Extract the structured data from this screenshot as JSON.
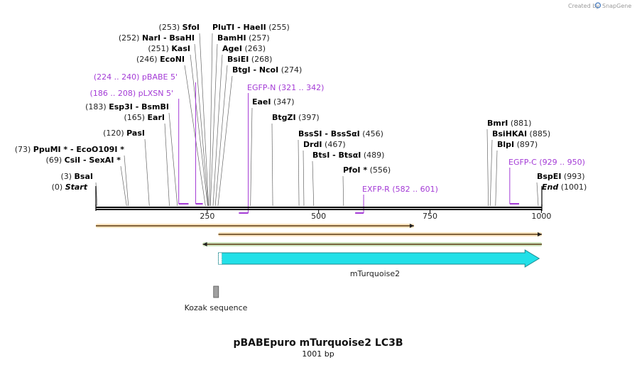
{
  "credit": {
    "prefix": "Created by",
    "brand": "SnapGene"
  },
  "title": "pBABEpuro mTurquoise2 LC3B",
  "length_label": "1001 bp",
  "ruler": {
    "start": 0,
    "end": 1001,
    "ticks": [
      250,
      500,
      750,
      1000
    ]
  },
  "colors": {
    "primer": "#a43bd6",
    "feature": "#22e0e8",
    "orf": "#f0a020",
    "orf_rev": "#5aaa2a",
    "backbone": "#000000"
  },
  "sites": [
    {
      "label": "SfoI",
      "pos_text": "(253)",
      "bp": 253
    },
    {
      "label": "PluTI  - HaeII",
      "pos_text": "(255)",
      "bp": 255
    },
    {
      "label": "NarI  - BsaHI",
      "pos_text": "(252)",
      "bp": 252
    },
    {
      "label": "BamHI",
      "pos_text": "(257)",
      "bp": 257
    },
    {
      "label": "KasI",
      "pos_text": "(251)",
      "bp": 251
    },
    {
      "label": "AgeI",
      "pos_text": "(263)",
      "bp": 263
    },
    {
      "label": "EcoNI",
      "pos_text": "(246)",
      "bp": 246
    },
    {
      "label": "BsiEI",
      "pos_text": "(268)",
      "bp": 268
    },
    {
      "label": "BtgI  - NcoI",
      "pos_text": "(274)",
      "bp": 274
    },
    {
      "label": "EaeI",
      "pos_text": "(347)",
      "bp": 347
    },
    {
      "label": "Esp3I  - BsmBI",
      "pos_text": "(183)",
      "bp": 183
    },
    {
      "label": "EarI",
      "pos_text": "(165)",
      "bp": 165
    },
    {
      "label": "BtgZI",
      "pos_text": "(397)",
      "bp": 397
    },
    {
      "label": "PasI",
      "pos_text": "(120)",
      "bp": 120
    },
    {
      "label": "BssSI  - BssSαI",
      "pos_text": "(456)",
      "bp": 456
    },
    {
      "label": "DrdI",
      "pos_text": "(467)",
      "bp": 467
    },
    {
      "label": "PpuMI *  - EcoO109I *",
      "pos_text": "(73)",
      "bp": 73
    },
    {
      "label": "BtsI  - BtsαI",
      "pos_text": "(489)",
      "bp": 489
    },
    {
      "label": "CsiI  - SexAI *",
      "pos_text": "(69)",
      "bp": 69
    },
    {
      "label": "PfoI *",
      "pos_text": "(556)",
      "bp": 556
    },
    {
      "label": "BsaI",
      "pos_text": "(3)",
      "bp": 3
    },
    {
      "label": "Start",
      "pos_text": "(0)",
      "bp": 0,
      "italic": true
    },
    {
      "label": "BmrI",
      "pos_text": "(881)",
      "bp": 881
    },
    {
      "label": "BsiHKAI",
      "pos_text": "(885)",
      "bp": 885
    },
    {
      "label": "BlpI",
      "pos_text": "(897)",
      "bp": 897
    },
    {
      "label": "BspEI",
      "pos_text": "(993)",
      "bp": 993
    },
    {
      "label": "End",
      "pos_text": "(1001)",
      "bp": 1001,
      "italic": true
    }
  ],
  "primers": [
    {
      "label": "pBABE 5'",
      "range_text": "(224 .. 240)",
      "start": 224,
      "end": 240,
      "dir": "fwd"
    },
    {
      "label": "pLXSN 5'",
      "range_text": "(186 .. 208)",
      "start": 186,
      "end": 208,
      "dir": "fwd"
    },
    {
      "label": "EGFP-N",
      "range_text": "(321 .. 342)",
      "start": 321,
      "end": 342,
      "dir": "rev"
    },
    {
      "label": "EXFP-R",
      "range_text": "(582 .. 601)",
      "start": 582,
      "end": 601,
      "dir": "rev"
    },
    {
      "label": "EGFP-C",
      "range_text": "(929 .. 950)",
      "start": 929,
      "end": 950,
      "dir": "fwd"
    }
  ],
  "orfs": [
    {
      "start": 0,
      "end": 714,
      "dir": "fwd",
      "color": "#f0a020"
    },
    {
      "start": 275,
      "end": 1001,
      "dir": "fwd",
      "color": "#f0a020"
    },
    {
      "start": 240,
      "end": 1001,
      "dir": "rev",
      "color": "#5aaa2a"
    }
  ],
  "features": [
    {
      "label": "mTurquoise2",
      "start": 275,
      "end": 995,
      "dir": "fwd",
      "color": "#22e0e8"
    },
    {
      "label": "Kozak sequence",
      "start": 269,
      "end": 274,
      "color": "#a0a0a0"
    }
  ]
}
